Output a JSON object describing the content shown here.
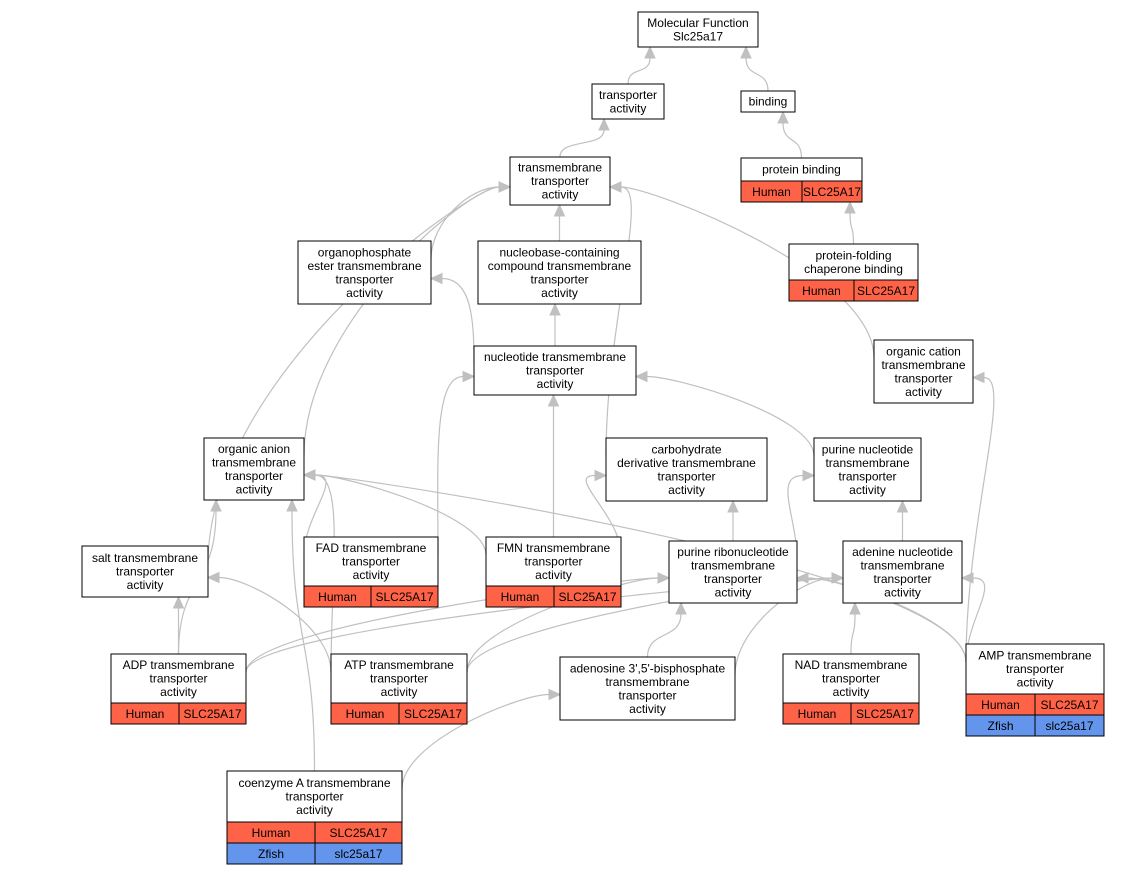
{
  "colors": {
    "human": "#ff6347",
    "zfish": "#6495ed",
    "edge": "#c0c0c0",
    "box_border": "#000000"
  },
  "nodes": {
    "mf": {
      "lines": [
        "Molecular Function",
        "Slc25a17"
      ]
    },
    "transp": {
      "lines": [
        "transporter",
        "activity"
      ]
    },
    "binding": {
      "lines": [
        "binding"
      ]
    },
    "tmt": {
      "lines": [
        "transmembrane",
        "transporter",
        "activity"
      ]
    },
    "protbind": {
      "lines": [
        "protein binding"
      ],
      "rows": [
        {
          "species": "Human",
          "gene": "SLC25A17"
        }
      ]
    },
    "chaperone": {
      "lines": [
        "protein-folding",
        "chaperone binding"
      ],
      "rows": [
        {
          "species": "Human",
          "gene": "SLC25A17"
        }
      ]
    },
    "organophos": {
      "lines": [
        "organophosphate",
        "ester transmembrane",
        "transporter",
        "activity"
      ]
    },
    "nucleobase": {
      "lines": [
        "nucleobase-containing",
        "compound transmembrane",
        "transporter",
        "activity"
      ]
    },
    "nucleotide": {
      "lines": [
        "nucleotide transmembrane",
        "transporter",
        "activity"
      ]
    },
    "orgcation": {
      "lines": [
        "organic cation",
        "transmembrane",
        "transporter",
        "activity"
      ]
    },
    "organion": {
      "lines": [
        "organic anion",
        "transmembrane",
        "transporter",
        "activity"
      ]
    },
    "carbo": {
      "lines": [
        "carbohydrate",
        "derivative transmembrane",
        "transporter",
        "activity"
      ]
    },
    "purinenuc": {
      "lines": [
        "purine nucleotide",
        "transmembrane",
        "transporter",
        "activity"
      ]
    },
    "salt": {
      "lines": [
        "salt transmembrane",
        "transporter",
        "activity"
      ]
    },
    "fad": {
      "lines": [
        "FAD transmembrane",
        "transporter",
        "activity"
      ],
      "rows": [
        {
          "species": "Human",
          "gene": "SLC25A17"
        }
      ]
    },
    "fmn": {
      "lines": [
        "FMN transmembrane",
        "transporter",
        "activity"
      ],
      "rows": [
        {
          "species": "Human",
          "gene": "SLC25A17"
        }
      ]
    },
    "purineribo": {
      "lines": [
        "purine ribonucleotide",
        "transmembrane",
        "transporter",
        "activity"
      ]
    },
    "adenine": {
      "lines": [
        "adenine nucleotide",
        "transmembrane",
        "transporter",
        "activity"
      ]
    },
    "adp": {
      "lines": [
        "ADP transmembrane",
        "transporter",
        "activity"
      ],
      "rows": [
        {
          "species": "Human",
          "gene": "SLC25A17"
        }
      ]
    },
    "atp": {
      "lines": [
        "ATP transmembrane",
        "transporter",
        "activity"
      ],
      "rows": [
        {
          "species": "Human",
          "gene": "SLC25A17"
        }
      ]
    },
    "adenosine": {
      "lines": [
        "adenosine 3',5'-bisphosphate",
        "transmembrane",
        "transporter",
        "activity"
      ]
    },
    "nad": {
      "lines": [
        "NAD transmembrane",
        "transporter",
        "activity"
      ],
      "rows": [
        {
          "species": "Human",
          "gene": "SLC25A17"
        }
      ]
    },
    "amp": {
      "lines": [
        "AMP transmembrane",
        "transporter",
        "activity"
      ],
      "rows": [
        {
          "species": "Human",
          "gene": "SLC25A17"
        },
        {
          "species": "Zfish",
          "gene": "slc25a17"
        }
      ]
    },
    "coa": {
      "lines": [
        "coenzyme A transmembrane",
        "transporter",
        "activity"
      ],
      "rows": [
        {
          "species": "Human",
          "gene": "SLC25A17"
        },
        {
          "species": "Zfish",
          "gene": "slc25a17"
        }
      ]
    }
  },
  "edges": [
    [
      "transp",
      "mf"
    ],
    [
      "binding",
      "mf"
    ],
    [
      "tmt",
      "transp"
    ],
    [
      "protbind",
      "binding"
    ],
    [
      "chaperone",
      "protbind"
    ],
    [
      "organophos",
      "tmt"
    ],
    [
      "nucleobase",
      "tmt"
    ],
    [
      "nucleotide",
      "organophos"
    ],
    [
      "nucleotide",
      "nucleobase"
    ],
    [
      "orgcation",
      "tmt"
    ],
    [
      "organion",
      "tmt"
    ],
    [
      "carbo",
      "tmt"
    ],
    [
      "salt",
      "tmt"
    ],
    [
      "purinenuc",
      "nucleotide"
    ],
    [
      "fad",
      "nucleotide"
    ],
    [
      "fmn",
      "nucleotide"
    ],
    [
      "fad",
      "organion"
    ],
    [
      "fmn",
      "organion"
    ],
    [
      "fmn",
      "carbo"
    ],
    [
      "purineribo",
      "carbo"
    ],
    [
      "purineribo",
      "purinenuc"
    ],
    [
      "adenine",
      "purinenuc"
    ],
    [
      "adp",
      "salt"
    ],
    [
      "atp",
      "salt"
    ],
    [
      "adp",
      "organion"
    ],
    [
      "atp",
      "organion"
    ],
    [
      "coa",
      "organion"
    ],
    [
      "amp",
      "organion"
    ],
    [
      "amp",
      "orgcation"
    ],
    [
      "adp",
      "purineribo"
    ],
    [
      "atp",
      "purineribo"
    ],
    [
      "adp",
      "adenine"
    ],
    [
      "atp",
      "adenine"
    ],
    [
      "adenosine",
      "purineribo"
    ],
    [
      "adenosine",
      "adenine"
    ],
    [
      "nad",
      "adenine"
    ],
    [
      "amp",
      "adenine"
    ],
    [
      "amp",
      "purineribo"
    ],
    [
      "coa",
      "adenosine"
    ]
  ]
}
